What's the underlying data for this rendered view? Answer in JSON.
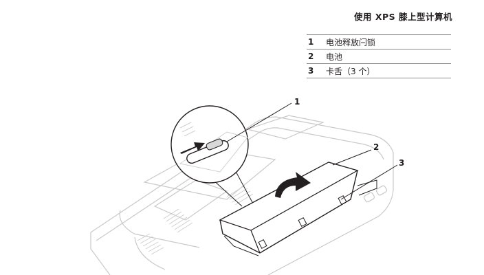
{
  "header": {
    "title": "使用 XPS 膝上型计算机"
  },
  "legend": {
    "items": [
      {
        "number": "1",
        "label": "电池释放闩锁"
      },
      {
        "number": "2",
        "label": "电池"
      },
      {
        "number": "3",
        "label": "卡舌（3 个）"
      }
    ]
  },
  "callouts": [
    "1",
    "2",
    "3"
  ]
}
